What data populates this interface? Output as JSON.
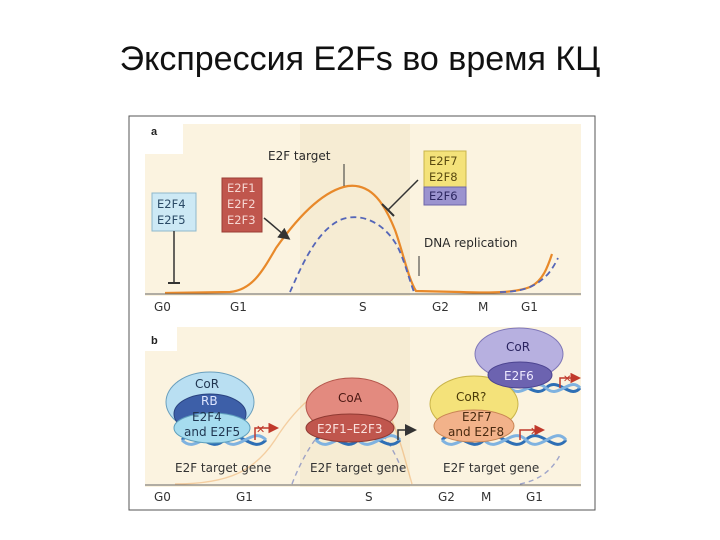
{
  "title": "Экспрессия E2Fs во время КЦ",
  "panel_a": {
    "label": "a",
    "target_label": "E2F target",
    "dna_replication_label": "DNA replication",
    "box_e2f45": [
      "E2F4",
      "E2F5"
    ],
    "box_e2f123": [
      "E2F1",
      "E2F2",
      "E2F3"
    ],
    "box_e2f78": [
      "E2F7",
      "E2F8"
    ],
    "box_e2f6": "E2F6",
    "phases": [
      "G0",
      "G1",
      "S",
      "G2",
      "M",
      "G1"
    ]
  },
  "panel_b": {
    "label": "b",
    "cor_label": "CoR",
    "rb_label": "RB",
    "e2f45_label": "E2F4\nand E2F5",
    "coa_label": "CoA",
    "e2f13_label": "E2F1–E2F3",
    "cor_q_label": "CoR?",
    "e2f78_label": "E2F7\nand E2F8",
    "cor_top_label": "CoR",
    "e2f6_label": "E2F6",
    "gene_labels": [
      "E2F target gene",
      "E2F target gene",
      "E2F target gene"
    ],
    "phases": [
      "G0",
      "G1",
      "S",
      "G2",
      "M",
      "G1"
    ]
  },
  "colors": {
    "orange_curve": "#e8892a",
    "dashed_curve": "#5566b8",
    "panel_bg": "#fbf3e0",
    "cyan_box": "#cde9f5",
    "red_box": "#c0564d",
    "yellow_box": "#f4e27a",
    "purple_box": "#9b93cf"
  }
}
